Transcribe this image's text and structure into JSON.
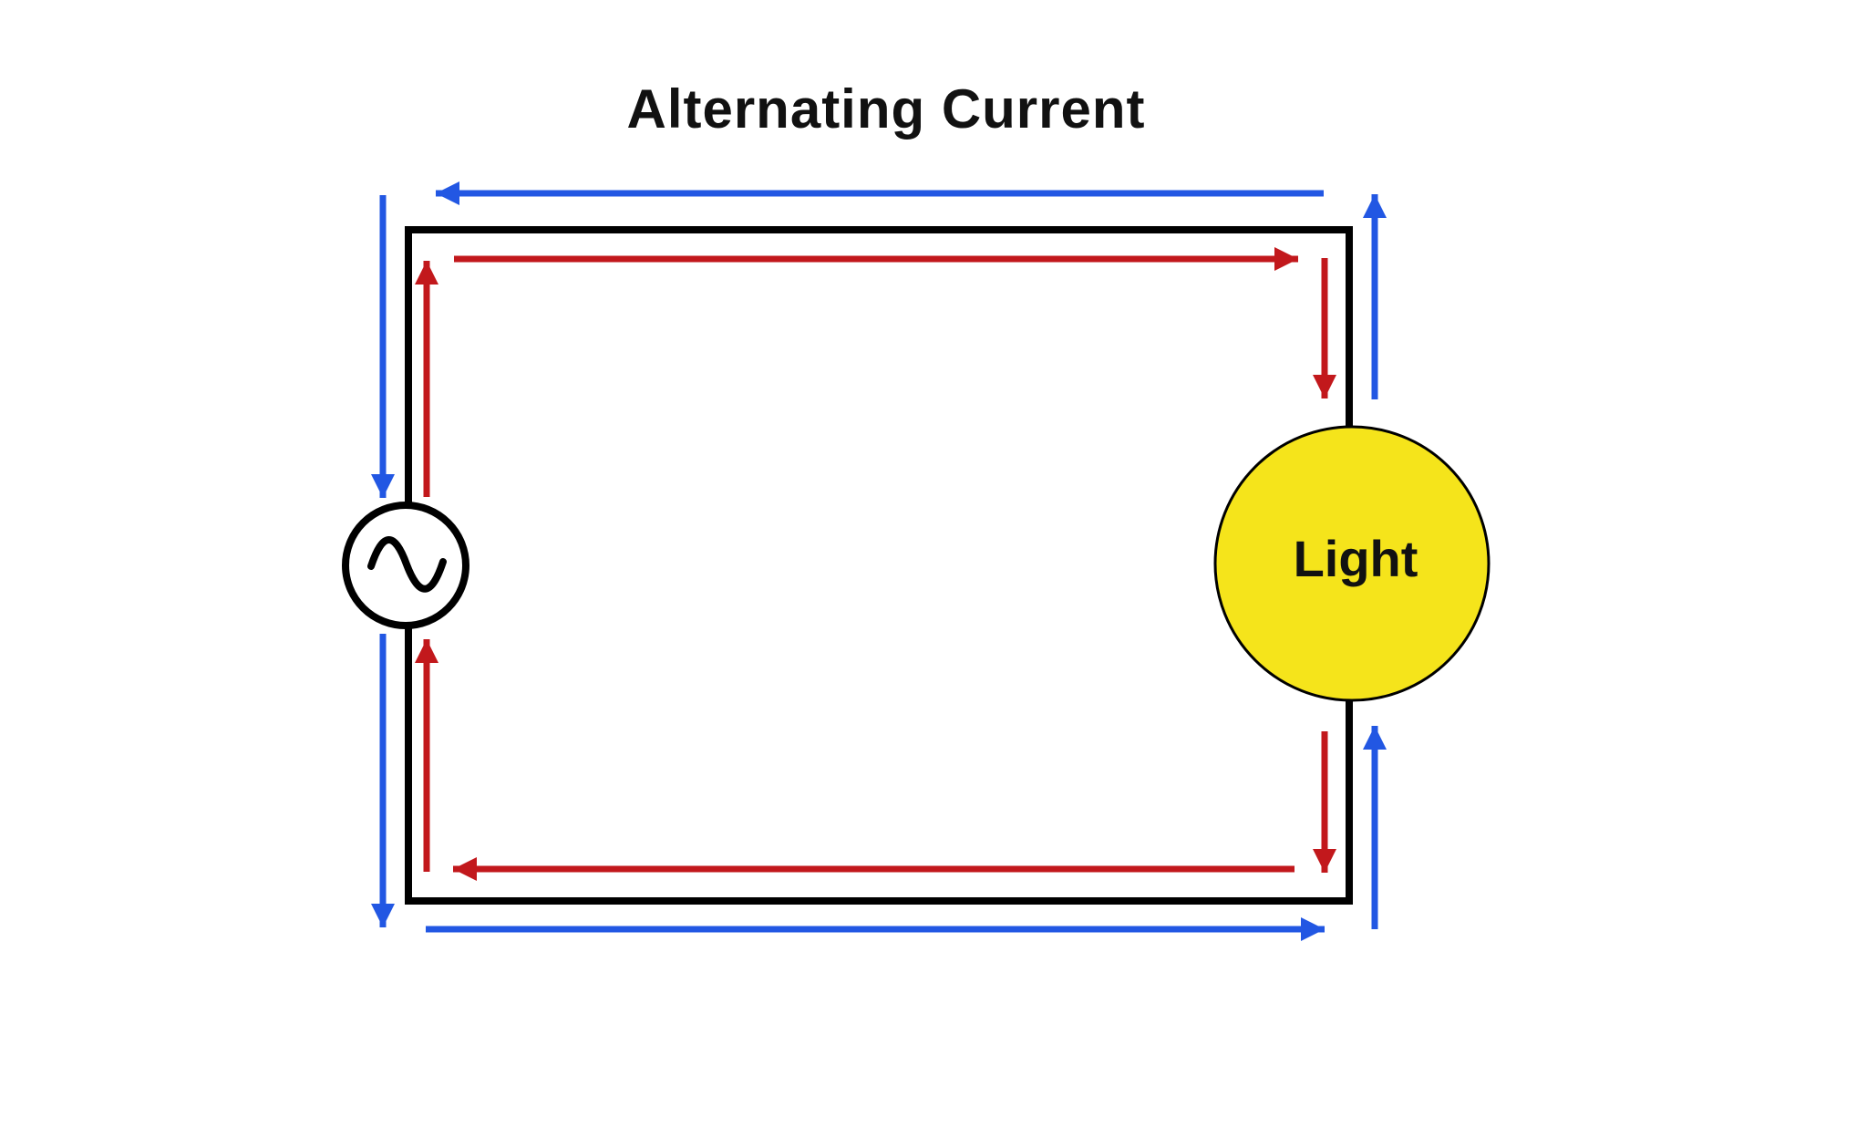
{
  "title": "Alternating Current",
  "diagram": {
    "kind": "ac-circuit",
    "light": {
      "label": "Light",
      "fill": "#f5e41b",
      "shape": "circle"
    },
    "source": {
      "icon": "sine-wave-icon",
      "symbol": "~"
    },
    "flows": {
      "blue": {
        "color": "#2257e3",
        "position": "outside-loop",
        "direction": "counterclockwise"
      },
      "red": {
        "color": "#c2181c",
        "position": "inside-loop",
        "direction": "clockwise"
      }
    }
  },
  "theme": {
    "background": "#ffffff",
    "wire": "#000000",
    "text": "#111111",
    "blue": "#2257e3",
    "red": "#c2181c",
    "light": "#f5e41b"
  }
}
